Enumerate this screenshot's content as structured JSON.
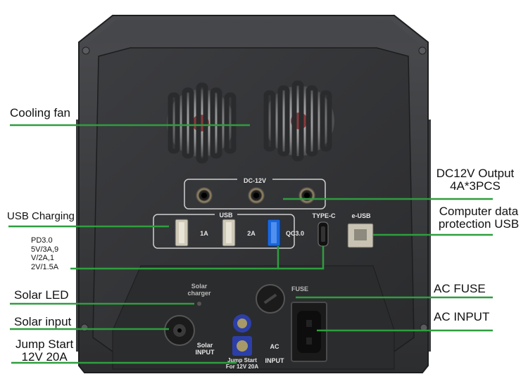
{
  "callouts": {
    "cooling_fan": "Cooling fan",
    "dc_output_line1": "DC12V Output",
    "dc_output_line2": "4A*3PCS",
    "usb_charging": "USB Charging",
    "computer_usb_line1": "Computer data",
    "computer_usb_line2": "protection USB",
    "pd_spec": [
      "PD3.0",
      "5V/3A,9",
      "V/2A,1",
      "2V/1.5A"
    ],
    "solar_led": "Solar LED",
    "ac_fuse": "AC FUSE",
    "solar_input": "Solar input",
    "ac_input": "AC INPUT",
    "jump_start_line1": "Jump Start",
    "jump_start_line2": "12V 20A"
  },
  "panel_labels": {
    "dc": "DC-12V",
    "usb": "USB",
    "port_1a": "1A",
    "port_2a": "2A",
    "qc": "QC3.0",
    "type_c": "TYPE-C",
    "e_usb": "e-USB",
    "solar_charger_line1": "Solar",
    "solar_charger_line2": "charger",
    "fuse": "FUSE",
    "solar_input_line1": "Solar",
    "solar_input_line2": "INPUT",
    "jump_line1": "Jump Start",
    "jump_line2": "For 12V 20A",
    "ac_line1": "AC",
    "ac_line2": "INPUT"
  },
  "colors": {
    "leader_line": "#2e9e3e",
    "device_body": "#3a3b3d",
    "device_face": "#2f3032",
    "usb_blue": "#1a66d9",
    "jump_blue": "#2c3fa8"
  }
}
